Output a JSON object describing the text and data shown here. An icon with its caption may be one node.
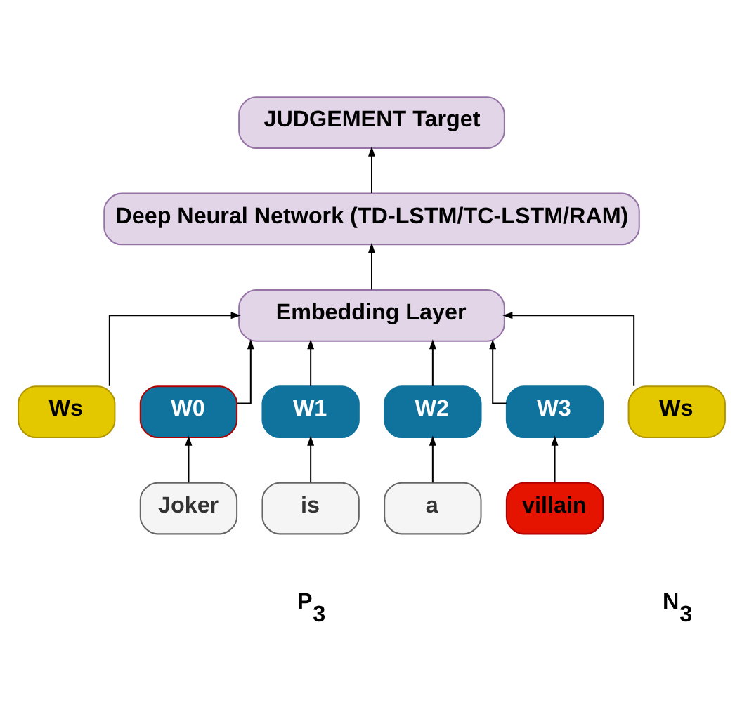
{
  "diagram": {
    "nodes": [
      {
        "text": [
          "JUDGEMENT Target"
        ]
      },
      {
        "text": [
          "Deep Neural Network (TD-LSTM/TC-LSTM/RAM)"
        ]
      },
      {
        "text": [
          "Embedding Layer"
        ]
      },
      {
        "text": [
          "Ws"
        ]
      },
      {
        "text": [
          "W0"
        ]
      },
      {
        "text": [
          "W1"
        ]
      },
      {
        "text": [
          "W2"
        ]
      },
      {
        "text": [
          "W3"
        ]
      },
      {
        "text": [
          "Ws"
        ]
      },
      {
        "text": [
          "Joker"
        ]
      },
      {
        "text": [
          "is"
        ]
      },
      {
        "text": [
          "a"
        ]
      },
      {
        "text": [
          "villain"
        ]
      }
    ],
    "edges": [
      {
        "from": 1,
        "to": 0,
        "arrow": "to"
      },
      {
        "from": 2,
        "to": 1,
        "arrow": "to"
      },
      {
        "from": 3,
        "to": 2,
        "arrow": "to"
      },
      {
        "from": 4,
        "to": 2,
        "arrow": "to"
      },
      {
        "from": 5,
        "to": 2,
        "arrow": "to"
      },
      {
        "from": 6,
        "to": 2,
        "arrow": "to"
      },
      {
        "from": 7,
        "to": 2,
        "arrow": "to"
      },
      {
        "from": 8,
        "to": 2,
        "arrow": "to"
      },
      {
        "from": 9,
        "to": 4,
        "arrow": "to"
      },
      {
        "from": 10,
        "to": 5,
        "arrow": "to"
      },
      {
        "from": 11,
        "to": 6,
        "arrow": "to"
      },
      {
        "from": 12,
        "to": 7,
        "arrow": "to"
      }
    ],
    "labels": [
      "P$_{3}$",
      "N$_{3}$"
    ]
  }
}
